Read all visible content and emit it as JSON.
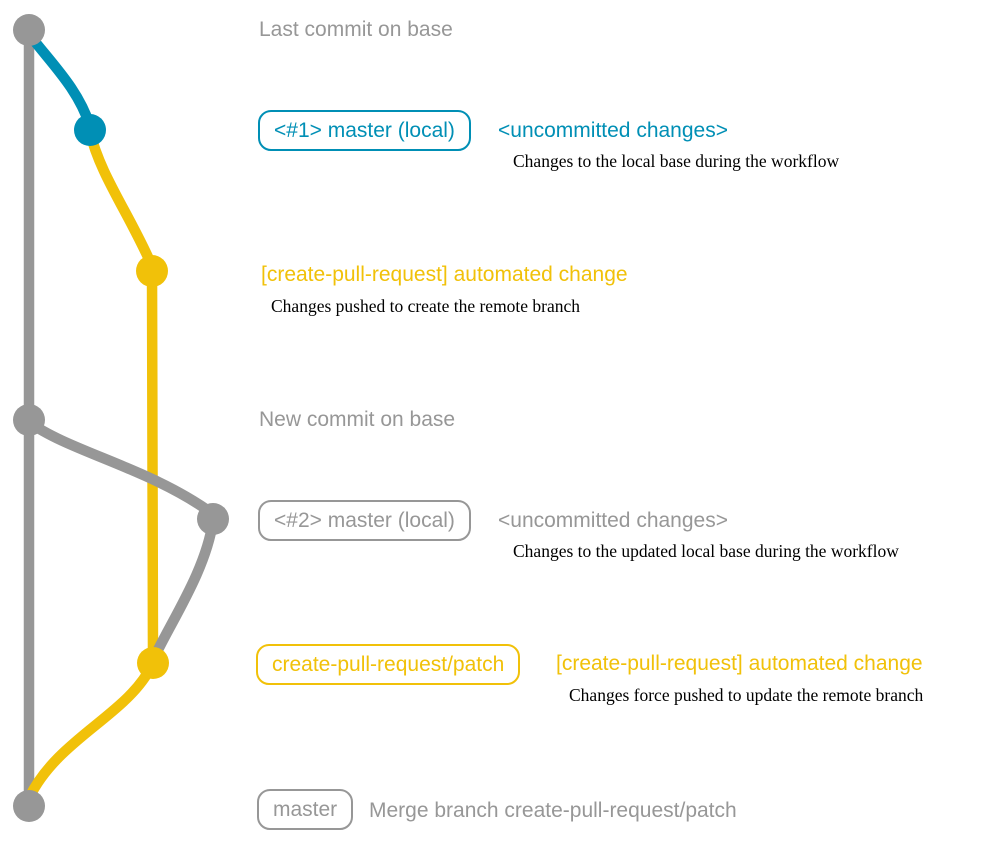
{
  "colors": {
    "gray": "#979797",
    "teal": "#008fb5",
    "yellow": "#f1c109",
    "caption": "#000000",
    "background": "#ffffff"
  },
  "rows": {
    "r1": {
      "message": "Last commit on base"
    },
    "r2": {
      "badge": "<#1> master (local)",
      "message": "<uncommitted changes>",
      "caption": "Changes to the local base during the workflow"
    },
    "r3": {
      "message": "[create-pull-request] automated change",
      "caption": "Changes pushed to create the remote branch"
    },
    "r4": {
      "message": "New commit on base"
    },
    "r5": {
      "badge": "<#2> master (local)",
      "message": "<uncommitted changes>",
      "caption": "Changes to the updated local base during the workflow"
    },
    "r6": {
      "badge": "create-pull-request/patch",
      "message": "[create-pull-request] automated change",
      "caption": "Changes force pushed to update the remote branch"
    },
    "r7": {
      "badge": "master",
      "message": "Merge branch create-pull-request/patch"
    }
  },
  "graph": {
    "branches": [
      {
        "name": "base",
        "color": "#979797"
      },
      {
        "name": "master (local)",
        "color": "#008fb5"
      },
      {
        "name": "create-pull-request/patch",
        "color": "#f1c109"
      }
    ],
    "commits": [
      {
        "row": "r1",
        "branch": "base",
        "color": "#979797"
      },
      {
        "row": "r2",
        "branch": "master (local)",
        "color": "#008fb5"
      },
      {
        "row": "r3",
        "branch": "create-pull-request/patch",
        "color": "#f1c109"
      },
      {
        "row": "r4",
        "branch": "base",
        "color": "#979797"
      },
      {
        "row": "r5",
        "branch": "master (local)",
        "color": "#979797"
      },
      {
        "row": "r6",
        "branch": "create-pull-request/patch",
        "color": "#f1c109"
      },
      {
        "row": "r7",
        "branch": "base",
        "color": "#979797"
      }
    ]
  }
}
